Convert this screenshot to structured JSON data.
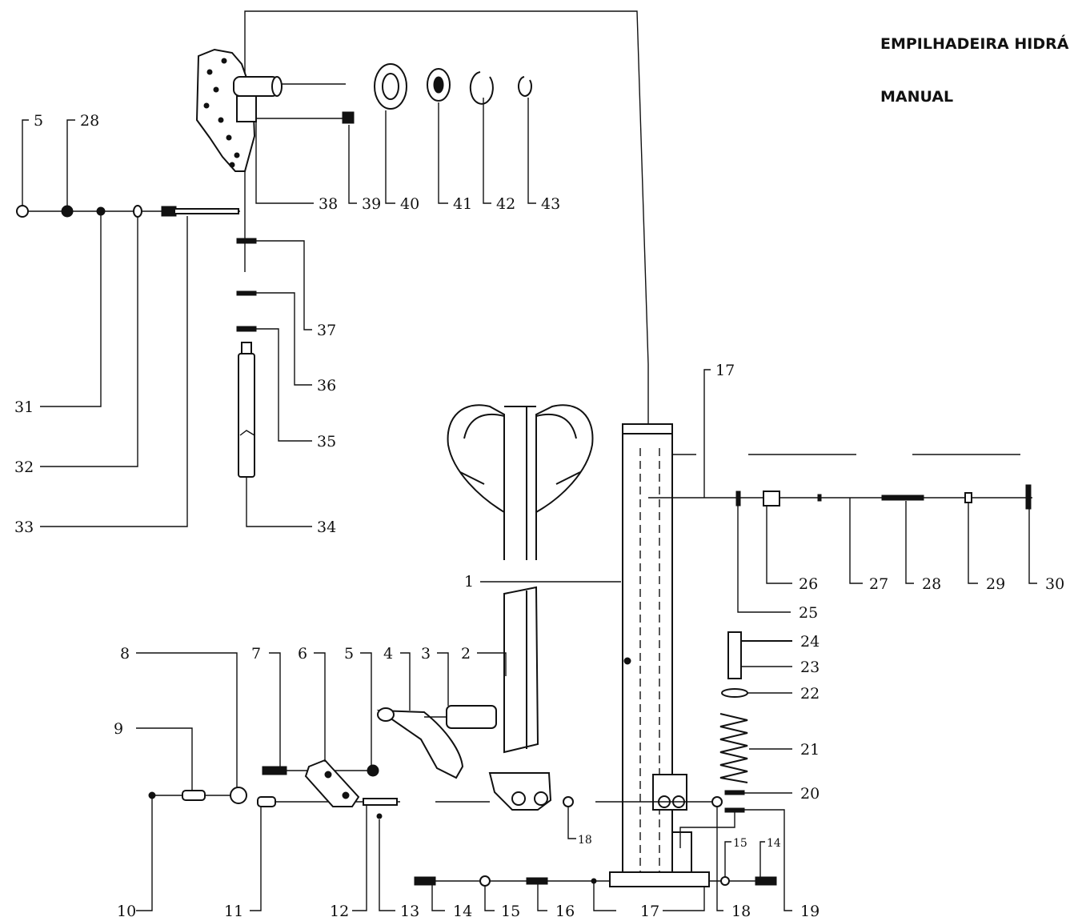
{
  "title": {
    "line1": "EMPILHADEIRA HIDRÁ",
    "line2": "MANUAL"
  },
  "callouts": [
    "1",
    "2",
    "3",
    "4",
    "5",
    "6",
    "7",
    "8",
    "9",
    "10",
    "11",
    "12",
    "13",
    "14",
    "15",
    "16",
    "17",
    "18",
    "19",
    "20",
    "21",
    "22",
    "23",
    "24",
    "25",
    "26",
    "27",
    "28",
    "29",
    "30",
    "31",
    "32",
    "33",
    "34",
    "35",
    "36",
    "37",
    "38",
    "39",
    "40",
    "41",
    "42",
    "43",
    "5",
    "28",
    "17",
    "18",
    "15",
    "14"
  ]
}
